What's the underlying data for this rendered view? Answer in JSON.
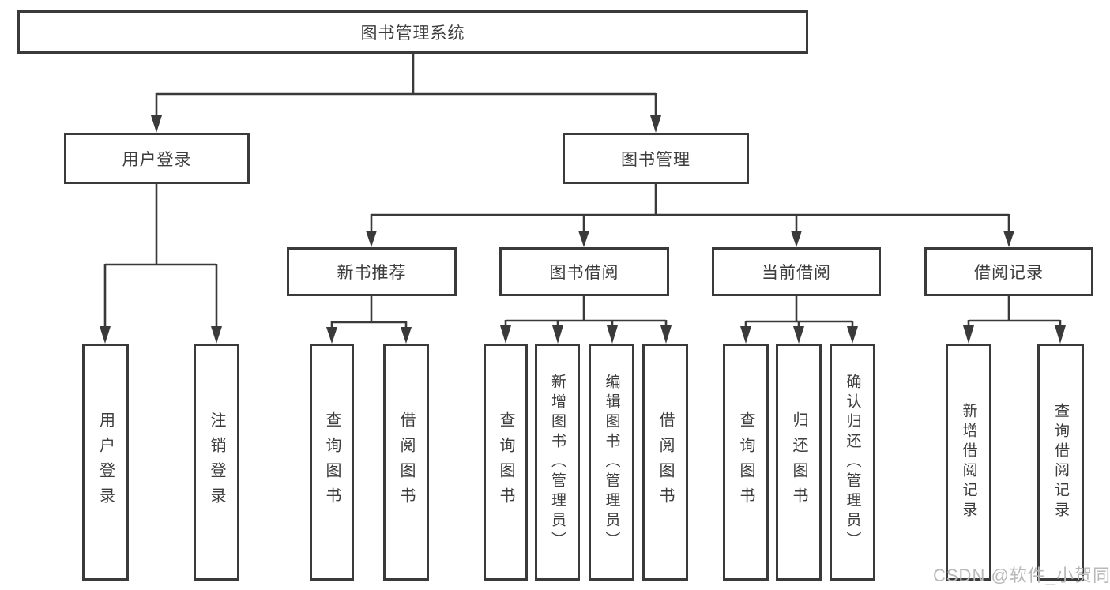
{
  "colors": {
    "background": "#ffffff",
    "line": "#3a3a3a",
    "box_border": "#3a3a3a",
    "text": "#3d3d3d",
    "watermark_text": "#b9b9b9"
  },
  "diagram": {
    "root": {
      "label": "图书管理系统"
    },
    "level2": [
      {
        "label": "用户登录"
      },
      {
        "label": "图书管理"
      }
    ],
    "level3": [
      {
        "label": "新书推荐"
      },
      {
        "label": "图书借阅"
      },
      {
        "label": "当前借阅"
      },
      {
        "label": "借阅记录"
      }
    ],
    "leaves": {
      "user_login": [
        "用户登录",
        "注销登录"
      ],
      "new_book_rec": [
        "查询图书",
        "借阅图书"
      ],
      "book_borrow": [
        "查询图书",
        "新增图书（管理员）",
        "编辑图书（管理员）",
        "借阅图书"
      ],
      "current_borrow": [
        "查询图书",
        "归还图书",
        "确认归还（管理员）"
      ],
      "borrow_records": [
        "新增借阅记录",
        "查询借阅记录"
      ]
    }
  },
  "watermark": {
    "text": "CSDN @软件_小贺同学"
  }
}
